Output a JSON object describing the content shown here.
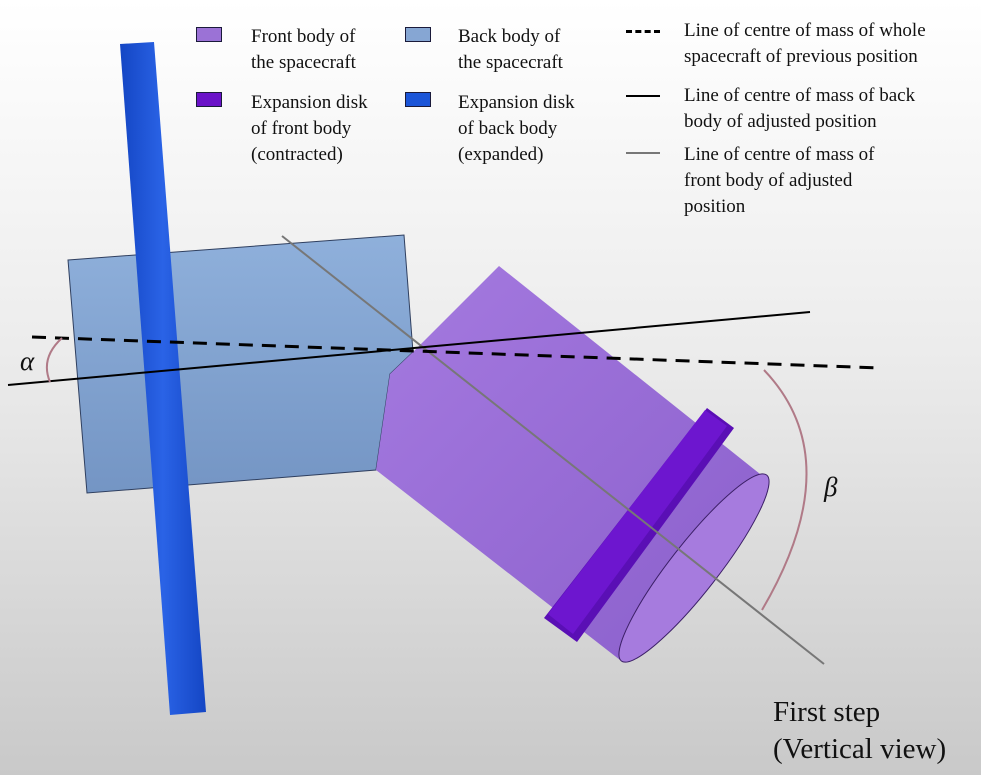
{
  "legend": {
    "items": [
      {
        "label": "Front body of\nthe spacecraft",
        "color": "#9b72d6"
      },
      {
        "label": "Back body of\nthe spacecraft",
        "color": "#86a6d3"
      },
      {
        "label": "Expansion disk\nof front body\n(contracted)",
        "color": "#6a12c8"
      },
      {
        "label": "Expansion disk\nof back body\n(expanded)",
        "color": "#1b55d8"
      }
    ],
    "lines": [
      {
        "label": "Line of centre of mass of whole\nspacecraft of previous position",
        "style": "dashed",
        "color": "#000000"
      },
      {
        "label": "Line of centre of mass of back\nbody of adjusted position",
        "style": "solid",
        "color": "#000000"
      },
      {
        "label": "Line of centre of mass of\nfront body of adjusted\nposition",
        "style": "solid",
        "color": "#777777"
      }
    ]
  },
  "angles": {
    "alpha": "α",
    "beta": "β",
    "arc_color": "#b07a87"
  },
  "caption": "First step\n(Vertical view)",
  "colors": {
    "back_body": "#86a6d3",
    "back_disk": "#1b55d8",
    "front_body": "#9b72d6",
    "front_disk": "#6a12c8",
    "front_end": "#a87ae0"
  }
}
